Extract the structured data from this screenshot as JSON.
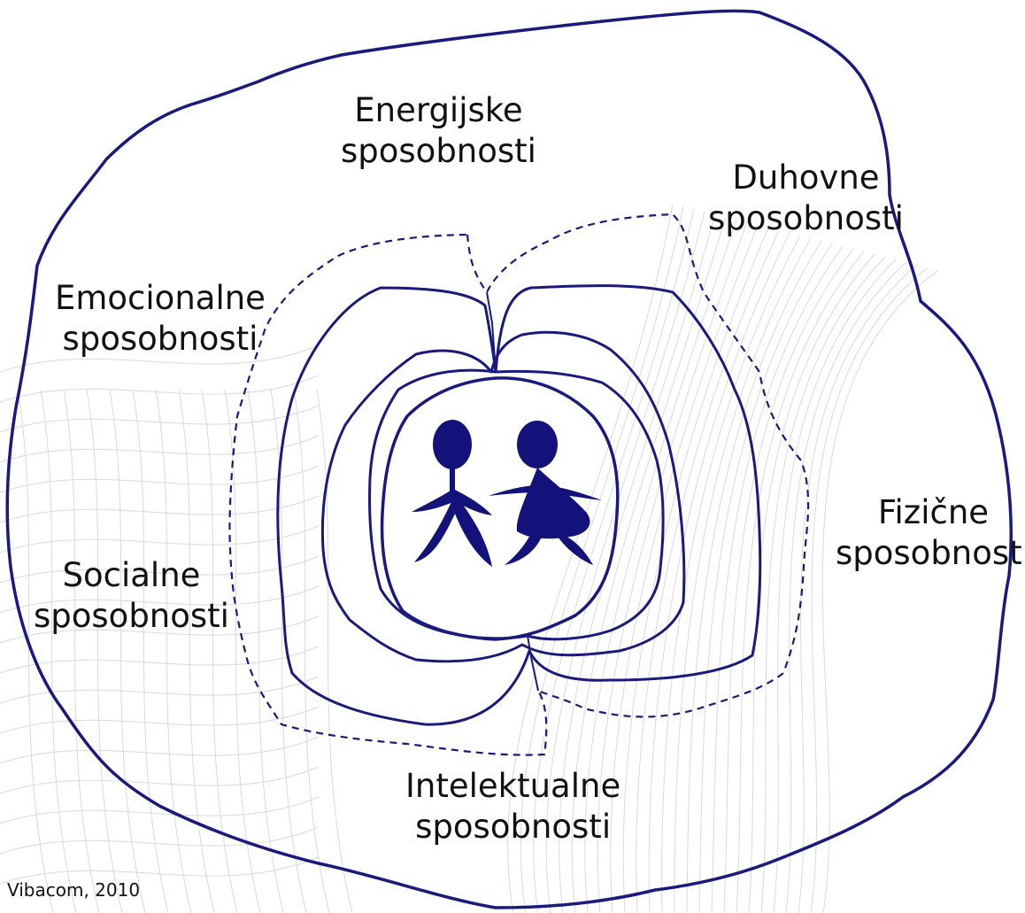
{
  "diagram": {
    "labels": {
      "energijske": {
        "line1": "Energijske",
        "line2": "sposobnosti"
      },
      "duhovne": {
        "line1": "Duhovne",
        "line2": "sposobnosti"
      },
      "emocionalne": {
        "line1": "Emocionalne",
        "line2": "sposobnosti"
      },
      "fizicne": {
        "line1": "Fizične",
        "line2": "sposobnosti"
      },
      "socialne": {
        "line1": "Socialne",
        "line2": "sposobnosti"
      },
      "intelektualne": {
        "line1": "Intelektualne",
        "line2": "sposobnosti"
      }
    },
    "credit": "Vibacom, 2010",
    "colors": {
      "outline": "#1a1a7e",
      "figures": "#12127a",
      "background_lines": "#d9d9d9"
    }
  }
}
